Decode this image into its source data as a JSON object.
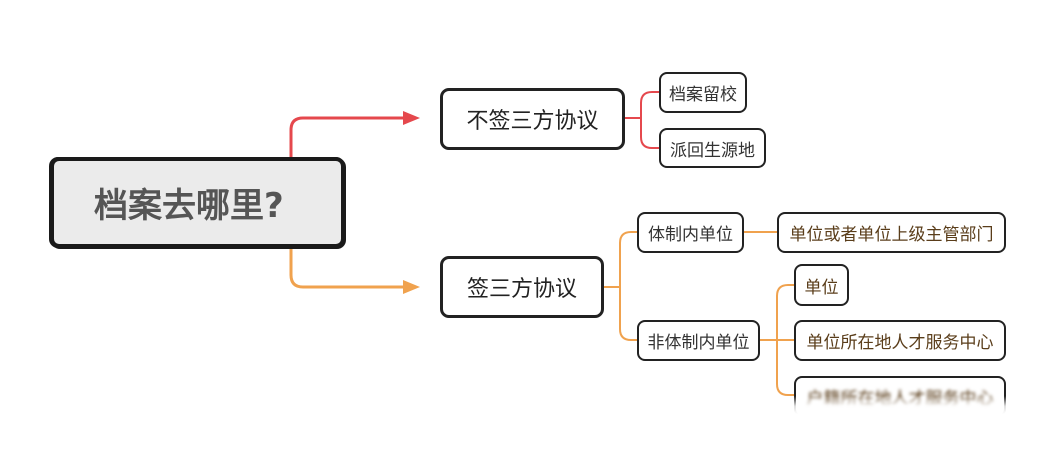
{
  "root": {
    "label": "档案去哪里?"
  },
  "branches": [
    {
      "label": "不签三方协议",
      "children": [
        {
          "label": "档案留校"
        },
        {
          "label": "派回生源地"
        }
      ]
    },
    {
      "label": "签三方协议",
      "children": [
        {
          "label": "体制内单位",
          "children": [
            {
              "label": "单位或者单位上级主管部门"
            }
          ]
        },
        {
          "label": "非体制内单位",
          "children": [
            {
              "label": "单位"
            },
            {
              "label": "单位所在地人才服务中心"
            },
            {
              "label": "户籍所在地人才服务中心"
            }
          ]
        }
      ]
    }
  ],
  "colors": {
    "branch_red": "#e5484d",
    "branch_orange": "#f0a24e",
    "root_fill": "#ebebeb",
    "node_border": "#222222"
  }
}
